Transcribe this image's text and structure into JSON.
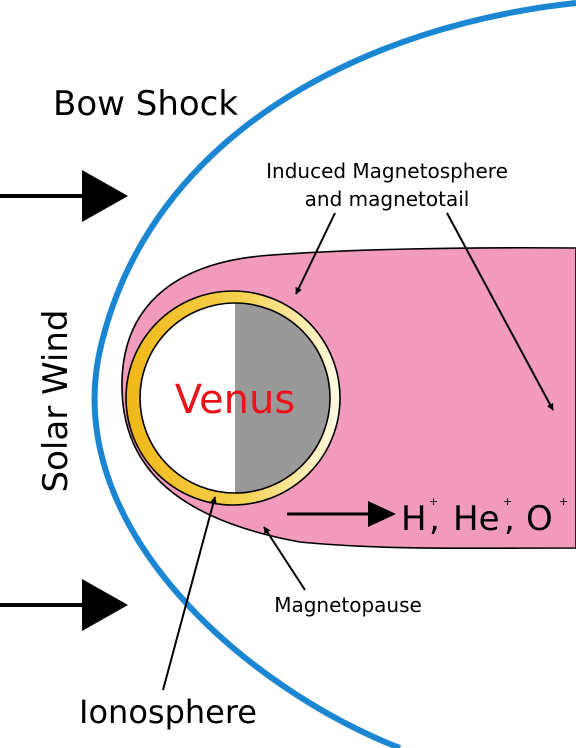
{
  "labels": {
    "bow_shock": "Bow Shock",
    "induced_line1": "Induced Magnetosphere",
    "induced_line2": "and magnetotail",
    "solar_wind": "Solar Wind",
    "planet": "Venus",
    "ion_h": "H",
    "ion_he": "He",
    "ion_o": "O",
    "ion_sep": ",",
    "ion_sup": "+",
    "magnetopause": "Magnetopause",
    "ionosphere": "Ionosphere"
  },
  "colors": {
    "bow_shock": "#1b87d2",
    "magnetosphere": "#f39bbd",
    "ionosphere_gold": "#f2c02a",
    "planet_day": "#ffffff",
    "planet_night": "#999999",
    "planet_label": "#e8141a",
    "arrows": "#000000"
  }
}
